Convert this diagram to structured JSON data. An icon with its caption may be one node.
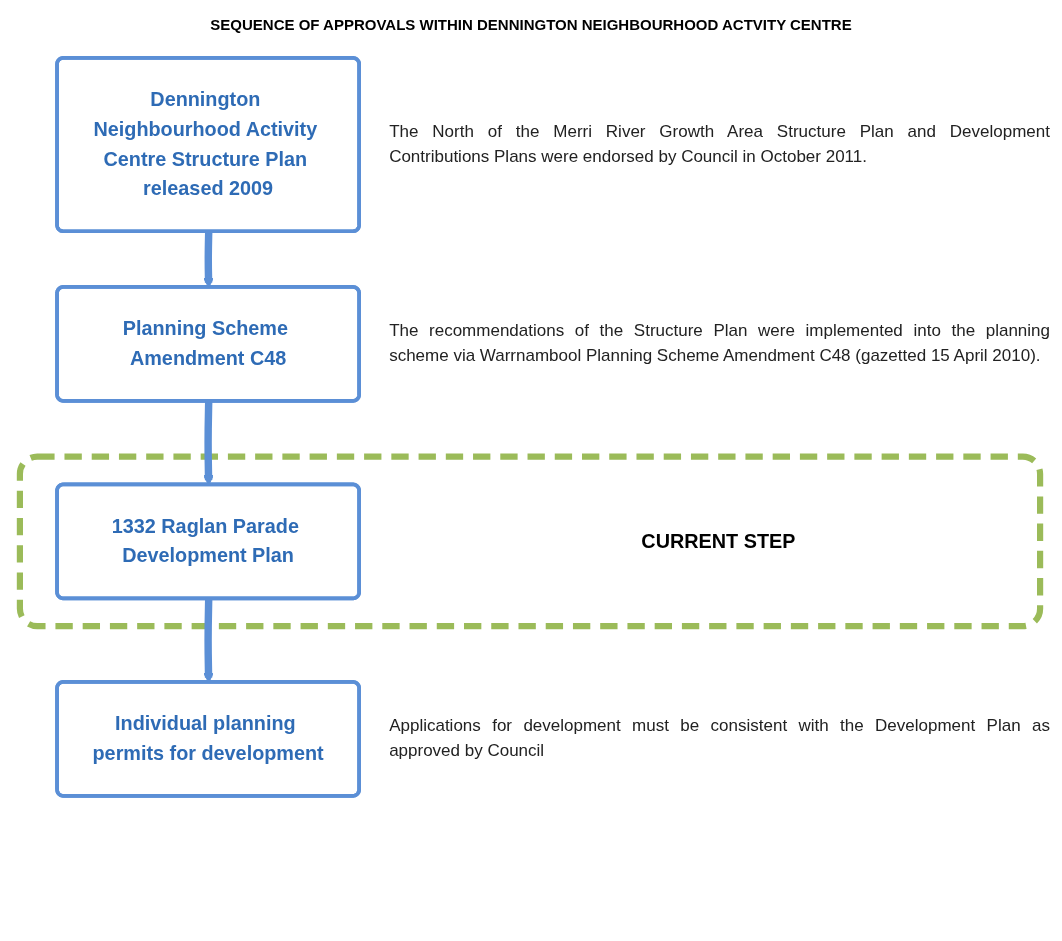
{
  "diagram": {
    "title": "SEQUENCE OF APPROVALS WITHIN DENNINGTON NEIGHBOURHOOD ACTVITY CENTRE",
    "nodes": [
      {
        "text": [
          "Dennington Neighbourhood Activity Centre Structure Plan released 2009"
        ],
        "beside": [
          "The North of the Merri River Growth Area Structure Plan and Development Contributions Plans were endorsed by Council in October 2011."
        ]
      },
      {
        "text": [
          "Planning Scheme Amendment C48"
        ],
        "beside": [
          "The recommendations of the Structure Plan were implemented into the planning scheme via Warrnambool Planning Scheme Amendment C48 (gazetted 15 April 2010)."
        ]
      },
      {
        "text": [
          "CURRENT STEP"
        ]
      },
      {
        "text": [
          "1332 Raglan Parade Development Plan"
        ],
        "in": 2
      },
      {
        "text": [
          "Individual planning permits for development"
        ],
        "beside": [
          "Applications for development must be consistent with the Development Plan as approved by Council"
        ]
      }
    ],
    "edges": [
      {
        "from": 0,
        "to": 1,
        "arrow": "to"
      },
      {
        "from": 1,
        "to": 3,
        "arrow": "to"
      },
      {
        "from": 3,
        "to": 4,
        "arrow": "to"
      }
    ]
  }
}
